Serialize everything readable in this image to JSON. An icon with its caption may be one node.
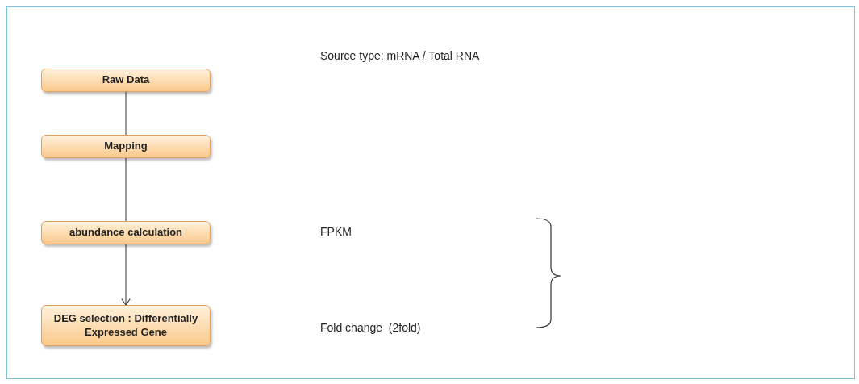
{
  "diagram": {
    "nodes": [
      {
        "text": [
          "Raw Data"
        ]
      },
      {
        "text": [
          "Mapping"
        ]
      },
      {
        "text": [
          "abundance calculation"
        ]
      },
      {
        "text": [
          "DEG selection : Differentially Expressed Gene"
        ]
      }
    ],
    "labels": [
      "Source type: mRNA / Total RNA",
      "FPKM",
      "Fold change  (2fold)"
    ],
    "edges": [
      {
        "from": 0,
        "to": 1,
        "arrow": "none"
      },
      {
        "from": 1,
        "to": 2,
        "arrow": "none"
      },
      {
        "from": 2,
        "to": 3,
        "arrow": "to"
      }
    ]
  }
}
